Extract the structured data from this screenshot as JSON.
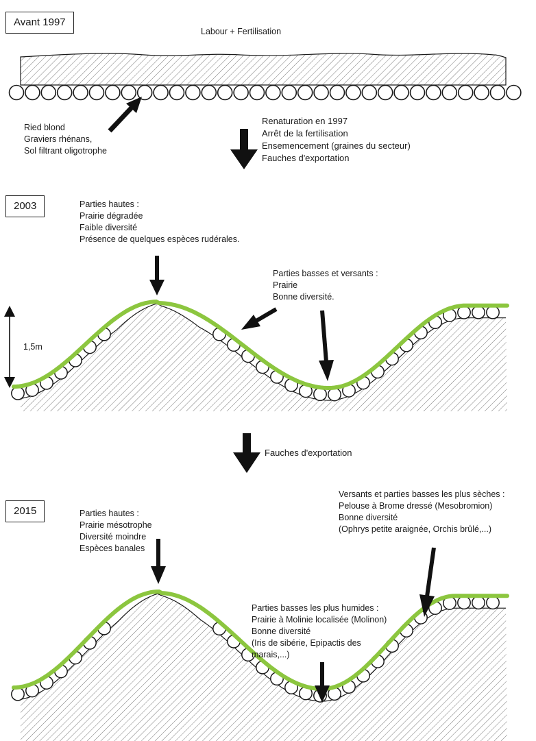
{
  "colors": {
    "grass": "#8cc63f",
    "outline": "#1a1a1a",
    "hatch": "#6f6f6f"
  },
  "panel_1997": {
    "year": "Avant 1997",
    "top_label": "Labour + Fertilisation",
    "soil_label": [
      "Ried blond",
      "Graviers rhénans,",
      "Sol filtrant oligotrophe"
    ]
  },
  "transition_1": {
    "lines": [
      "Renaturation en 1997",
      "Arrêt de la fertilisation",
      "Ensemencement (graines du secteur)",
      "Fauches d'exportation"
    ]
  },
  "panel_2003": {
    "year": "2003",
    "high_label": [
      "Parties hautes :",
      "Prairie dégradée",
      "Faible diversité",
      "Présence de quelques espèces rudérales."
    ],
    "low_label": [
      "Parties basses et versants :",
      "Prairie",
      "Bonne diversité."
    ],
    "height_label": "1,5m"
  },
  "transition_2": {
    "lines": [
      "Fauches d'exportation"
    ]
  },
  "panel_2015": {
    "year": "2015",
    "high_label": [
      "Parties hautes :",
      "Prairie mésotrophe",
      "Diversité moindre",
      "Espèces banales"
    ],
    "dry_label": [
      "Versants et parties basses les plus sèches :",
      "Pelouse à Brome dressé (Mesobromion)",
      "Bonne diversité",
      "(Ophrys petite araignée, Orchis brûlé,...)"
    ],
    "wet_label": [
      "Parties basses les plus humides :",
      "Prairie à Molinie localisée (Molinon)",
      "Bonne diversité",
      "(Iris de sibérie, Epipactis des",
      "marais,...)"
    ]
  }
}
